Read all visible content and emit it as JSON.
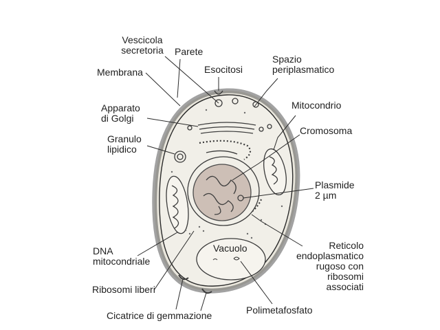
{
  "labels": {
    "vescicola": "Vescicola\nsecretoria",
    "parete": "Parete",
    "membrana": "Membrana",
    "esocitosi": "Esocitosi",
    "spazio": "Spazio\nperiplasmatico",
    "golgi": "Apparato\ndi Golgi",
    "mitocondrio": "Mitocondrio",
    "granulo": "Granulo\nlipidico",
    "cromosoma": "Cromosoma",
    "plasmide": "Plasmide\n2 µm",
    "dna": "DNA\nmitocondriale",
    "vacuolo": "Vacuolo",
    "reticolo": "Reticolo\nendoplasmatico\nrugoso con\nribosomi\nassociati",
    "ribosomi": "Ribosomi liberi",
    "cicatrice": "Cicatrice di gemmazione",
    "polimetafosfato": "Polimetafosfato"
  }
}
